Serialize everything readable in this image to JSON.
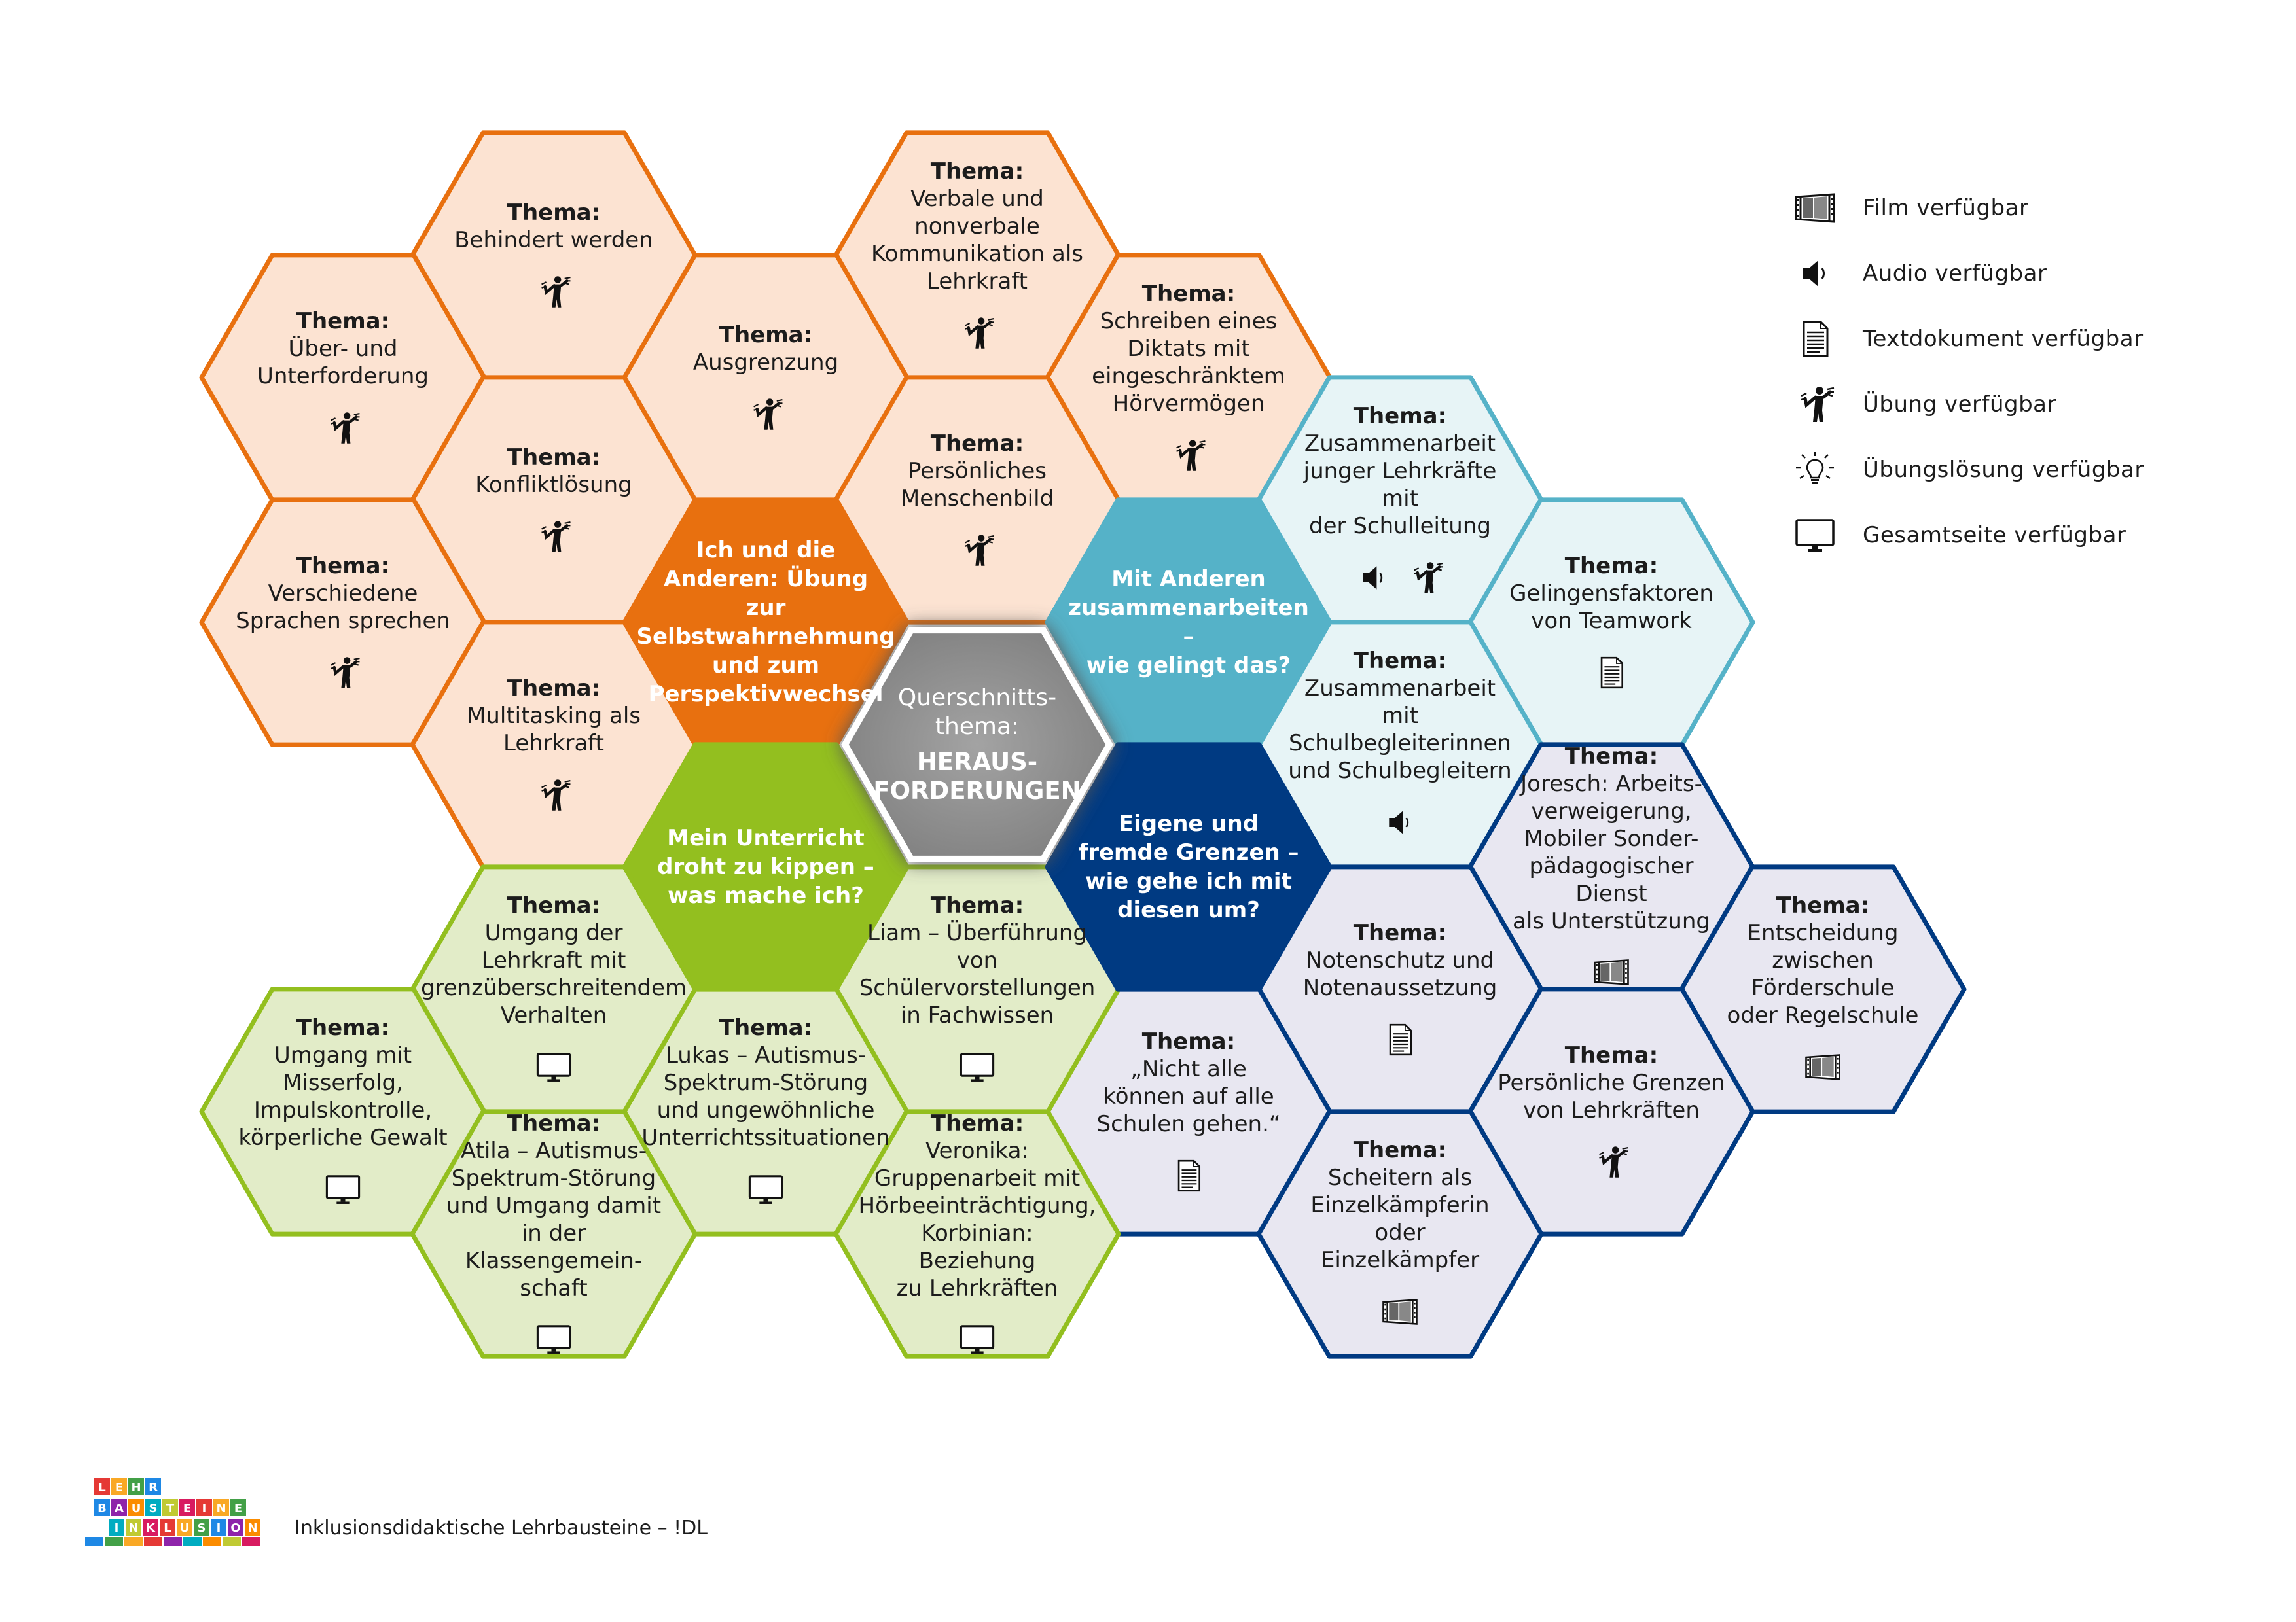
{
  "legend": [
    {
      "icon": "film-icon",
      "label": "Film verfügbar"
    },
    {
      "icon": "audio-icon",
      "label": "Audio verfügbar"
    },
    {
      "icon": "document-icon",
      "label": "Textdokument verfügbar"
    },
    {
      "icon": "exercise-icon",
      "label": "Übung verfügbar"
    },
    {
      "icon": "solution-icon",
      "label": "Übungslösung verfügbar"
    },
    {
      "icon": "monitor-icon",
      "label": "Gesamtseite verfügbar"
    }
  ],
  "center": {
    "line1": "Querschnitts-",
    "line2": "thema:",
    "line3": "HERAUS-",
    "line4": "FORDERUNGEN"
  },
  "categories": [
    {
      "id": "cat-ich",
      "lines": [
        "Ich und die",
        "Anderen: Übung zur",
        "Selbstwahrnehmung",
        "und zum",
        "Perspektivwechsel"
      ],
      "color": "#e8700f"
    },
    {
      "id": "cat-mit-anderen",
      "lines": [
        "Mit Anderen",
        "zusammenarbeiten –",
        "wie gelingt das?"
      ],
      "color": "#55b2c8"
    },
    {
      "id": "cat-unterricht",
      "lines": [
        "Mein Unterricht",
        "droht zu kippen –",
        "was mache ich?"
      ],
      "color": "#93bf1f"
    },
    {
      "id": "cat-grenzen",
      "lines": [
        "Eigene und",
        "fremde Grenzen –",
        "wie gehe ich mit",
        "diesen um?"
      ],
      "color": "#003a82"
    }
  ],
  "theme_label": "Thema:",
  "topics": [
    {
      "id": "t1",
      "group": "orange",
      "lines": [
        "Behindert werden"
      ],
      "icons": [
        "exercise"
      ]
    },
    {
      "id": "t2",
      "group": "orange",
      "lines": [
        "Verbale und",
        "nonverbale",
        "Kommunikation als",
        "Lehrkraft"
      ],
      "icons": [
        "exercise"
      ]
    },
    {
      "id": "t3",
      "group": "orange",
      "lines": [
        "Über- und",
        "Unterforderung"
      ],
      "icons": [
        "exercise"
      ]
    },
    {
      "id": "t4",
      "group": "orange",
      "lines": [
        "Ausgrenzung"
      ],
      "icons": [
        "exercise"
      ]
    },
    {
      "id": "t5",
      "group": "orange",
      "lines": [
        "Schreiben eines",
        "Diktats mit",
        "eingeschränktem",
        "Hörvermögen"
      ],
      "icons": [
        "exercise"
      ]
    },
    {
      "id": "t6",
      "group": "orange",
      "lines": [
        "Konfliktlösung"
      ],
      "icons": [
        "exercise"
      ]
    },
    {
      "id": "t7",
      "group": "orange",
      "lines": [
        "Persönliches",
        "Menschenbild"
      ],
      "icons": [
        "exercise"
      ]
    },
    {
      "id": "t8",
      "group": "orange",
      "lines": [
        "Verschiedene",
        "Sprachen sprechen"
      ],
      "icons": [
        "exercise"
      ]
    },
    {
      "id": "t9",
      "group": "orange",
      "lines": [
        "Multitasking als",
        "Lehrkraft"
      ],
      "icons": [
        "exercise"
      ]
    },
    {
      "id": "t10",
      "group": "teal",
      "lines": [
        "Zusammenarbeit",
        "junger Lehrkräfte mit",
        "der Schulleitung"
      ],
      "icons": [
        "audio",
        "exercise"
      ]
    },
    {
      "id": "t11",
      "group": "teal",
      "lines": [
        "Gelingensfaktoren",
        "von Teamwork"
      ],
      "icons": [
        "document"
      ]
    },
    {
      "id": "t12",
      "group": "teal",
      "lines": [
        "Zusammenarbeit",
        "mit Schulbegleiterinnen",
        "und Schulbegleitern"
      ],
      "icons": [
        "audio"
      ]
    },
    {
      "id": "t13",
      "group": "navy",
      "lines": [
        "Joresch: Arbeits-",
        "verweigerung,",
        "Mobiler Sonder-",
        "pädagogischer Dienst",
        "als Unterstützung"
      ],
      "icons": [
        "film"
      ]
    },
    {
      "id": "t14",
      "group": "navy",
      "lines": [
        "Notenschutz und",
        "Notenaussetzung"
      ],
      "icons": [
        "document"
      ]
    },
    {
      "id": "t15",
      "group": "navy",
      "lines": [
        "Entscheidung",
        "zwischen Förderschule",
        "oder Regelschule"
      ],
      "icons": [
        "film"
      ]
    },
    {
      "id": "t16",
      "group": "navy",
      "lines": [
        "„Nicht alle",
        "können auf alle",
        "Schulen gehen.“"
      ],
      "icons": [
        "document"
      ]
    },
    {
      "id": "t17",
      "group": "navy",
      "lines": [
        "Persönliche Grenzen",
        "von Lehrkräften"
      ],
      "icons": [
        "exercise"
      ]
    },
    {
      "id": "t18",
      "group": "navy",
      "lines": [
        "Scheitern als",
        "Einzelkämpferin oder",
        "Einzelkämpfer"
      ],
      "icons": [
        "film"
      ]
    },
    {
      "id": "t19",
      "group": "green",
      "lines": [
        "Umgang der",
        "Lehrkraft mit",
        "grenzüberschreitendem",
        "Verhalten"
      ],
      "icons": [
        "monitor"
      ]
    },
    {
      "id": "t20",
      "group": "green",
      "lines": [
        "Liam – Überführung",
        "von Schülervorstellungen",
        "in Fachwissen"
      ],
      "icons": [
        "monitor"
      ]
    },
    {
      "id": "t21",
      "group": "green",
      "lines": [
        "Umgang mit",
        "Misserfolg,",
        "Impulskontrolle,",
        "körperliche Gewalt"
      ],
      "icons": [
        "monitor"
      ]
    },
    {
      "id": "t22",
      "group": "green",
      "lines": [
        "Lukas – Autismus-",
        "Spektrum-Störung",
        "und ungewöhnliche",
        "Unterrichtssituationen"
      ],
      "icons": [
        "monitor"
      ]
    },
    {
      "id": "t23",
      "group": "green",
      "lines": [
        "Atila – Autismus-",
        "Spektrum-Störung",
        "und Umgang damit",
        "in der Klassengemein-",
        "schaft"
      ],
      "icons": [
        "monitor"
      ]
    },
    {
      "id": "t24",
      "group": "green",
      "lines": [
        "Veronika:",
        "Gruppenarbeit mit",
        "Hörbeeinträchtigung,",
        "Korbinian: Beziehung",
        "zu Lehrkräften"
      ],
      "icons": [
        "monitor"
      ]
    }
  ],
  "colors": {
    "orange_fill": "#fce3d2",
    "orange_stroke": "#e8700f",
    "teal_fill": "#e7f4f6",
    "teal_stroke": "#55b2c8",
    "navy_fill": "#e8e7f1",
    "navy_stroke": "#003a82",
    "green_fill": "#e2ecc8",
    "green_stroke": "#93bf1f",
    "center_fill": "#8c8c8c"
  },
  "logo": {
    "row1": "LEHR",
    "row2": "BAUSTEINE",
    "row3": "INKLUSION"
  },
  "footer": "Inklusionsdidaktische Lehrbausteine – !DL"
}
